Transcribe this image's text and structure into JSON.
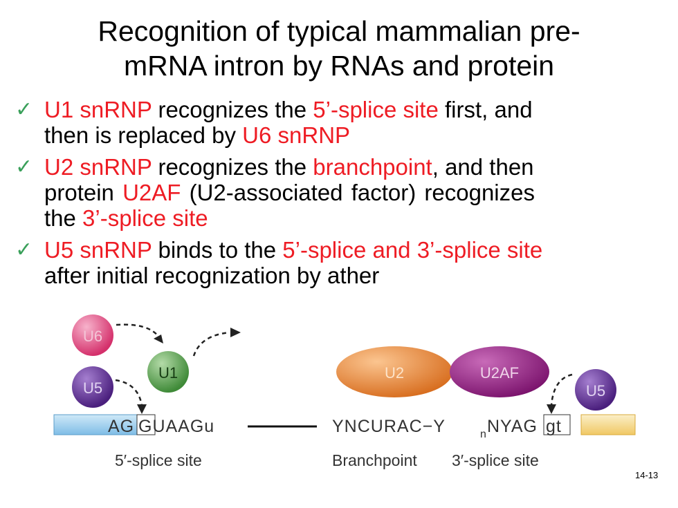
{
  "slide": {
    "title_line1": "Recognition of typical mammalian pre-",
    "title_line2": "mRNA intron by RNAs and protein",
    "page_number": "14-13"
  },
  "bullets": [
    {
      "check_icon": "checkmark-icon",
      "line1": [
        {
          "text": "U1 snRNP",
          "color": "#ee1c24"
        },
        {
          "text": " recognizes the ",
          "color": "#000000"
        },
        {
          "text": "5’-splice site",
          "color": "#ee1c24"
        },
        {
          "text": " first, and",
          "color": "#000000"
        }
      ],
      "line2": [
        {
          "text": "then is replaced by ",
          "color": "#000000"
        },
        {
          "text": "U6 snRNP",
          "color": "#ee1c24"
        }
      ]
    },
    {
      "check_icon": "checkmark-icon",
      "line1": [
        {
          "text": "U2 snRNP",
          "color": "#ee1c24"
        },
        {
          "text": " recognizes the ",
          "color": "#000000"
        },
        {
          "text": "branchpoint",
          "color": "#ee1c24"
        },
        {
          "text": ", and then",
          "color": "#000000"
        }
      ],
      "line2": [
        {
          "text": "protein ",
          "color": "#000000"
        },
        {
          "text": "U2AF",
          "color": "#ee1c24"
        },
        {
          "text": " (U2-associated factor) recognizes",
          "color": "#000000"
        }
      ],
      "line3": [
        {
          "text": "the ",
          "color": "#000000"
        },
        {
          "text": "3’-splice site",
          "color": "#ee1c24"
        }
      ]
    },
    {
      "check_icon": "checkmark-icon",
      "line1": [
        {
          "text": "U5 snRNP",
          "color": "#ee1c24"
        },
        {
          "text": " binds to the ",
          "color": "#000000"
        },
        {
          "text": "5’-splice and 3’-splice site",
          "color": "#ee1c24"
        }
      ],
      "line2": [
        {
          "text": "after initial recognization by ather",
          "color": "#000000"
        }
      ]
    }
  ],
  "diagram": {
    "particles": {
      "u6": "U6",
      "u5_left": "U5",
      "u1": "U1",
      "u2": "U2",
      "u2af": "U2AF",
      "u5_right": "U5"
    },
    "seq_exon1_end": "AG",
    "seq_intron_start": "GUAAGu",
    "seq_branch": "YNCURAC−Y",
    "seq_sub_n": "n",
    "seq_3prime": "NYAG",
    "seq_exon2_start": "gt",
    "label_5ss": "5′-splice site",
    "label_branch": "Branchpoint",
    "label_3ss": "3′-splice site",
    "colors": {
      "u6": "#e0457b",
      "u5": "#5b2c8e",
      "u1": "#4e9a45",
      "u2": "#e07b2a",
      "u2af": "#8e1c7e",
      "exon_left": "#9fd0ee",
      "exon_right": "#f6d98a",
      "red_text": "#ee1c24",
      "check": "#3aa05a"
    }
  }
}
